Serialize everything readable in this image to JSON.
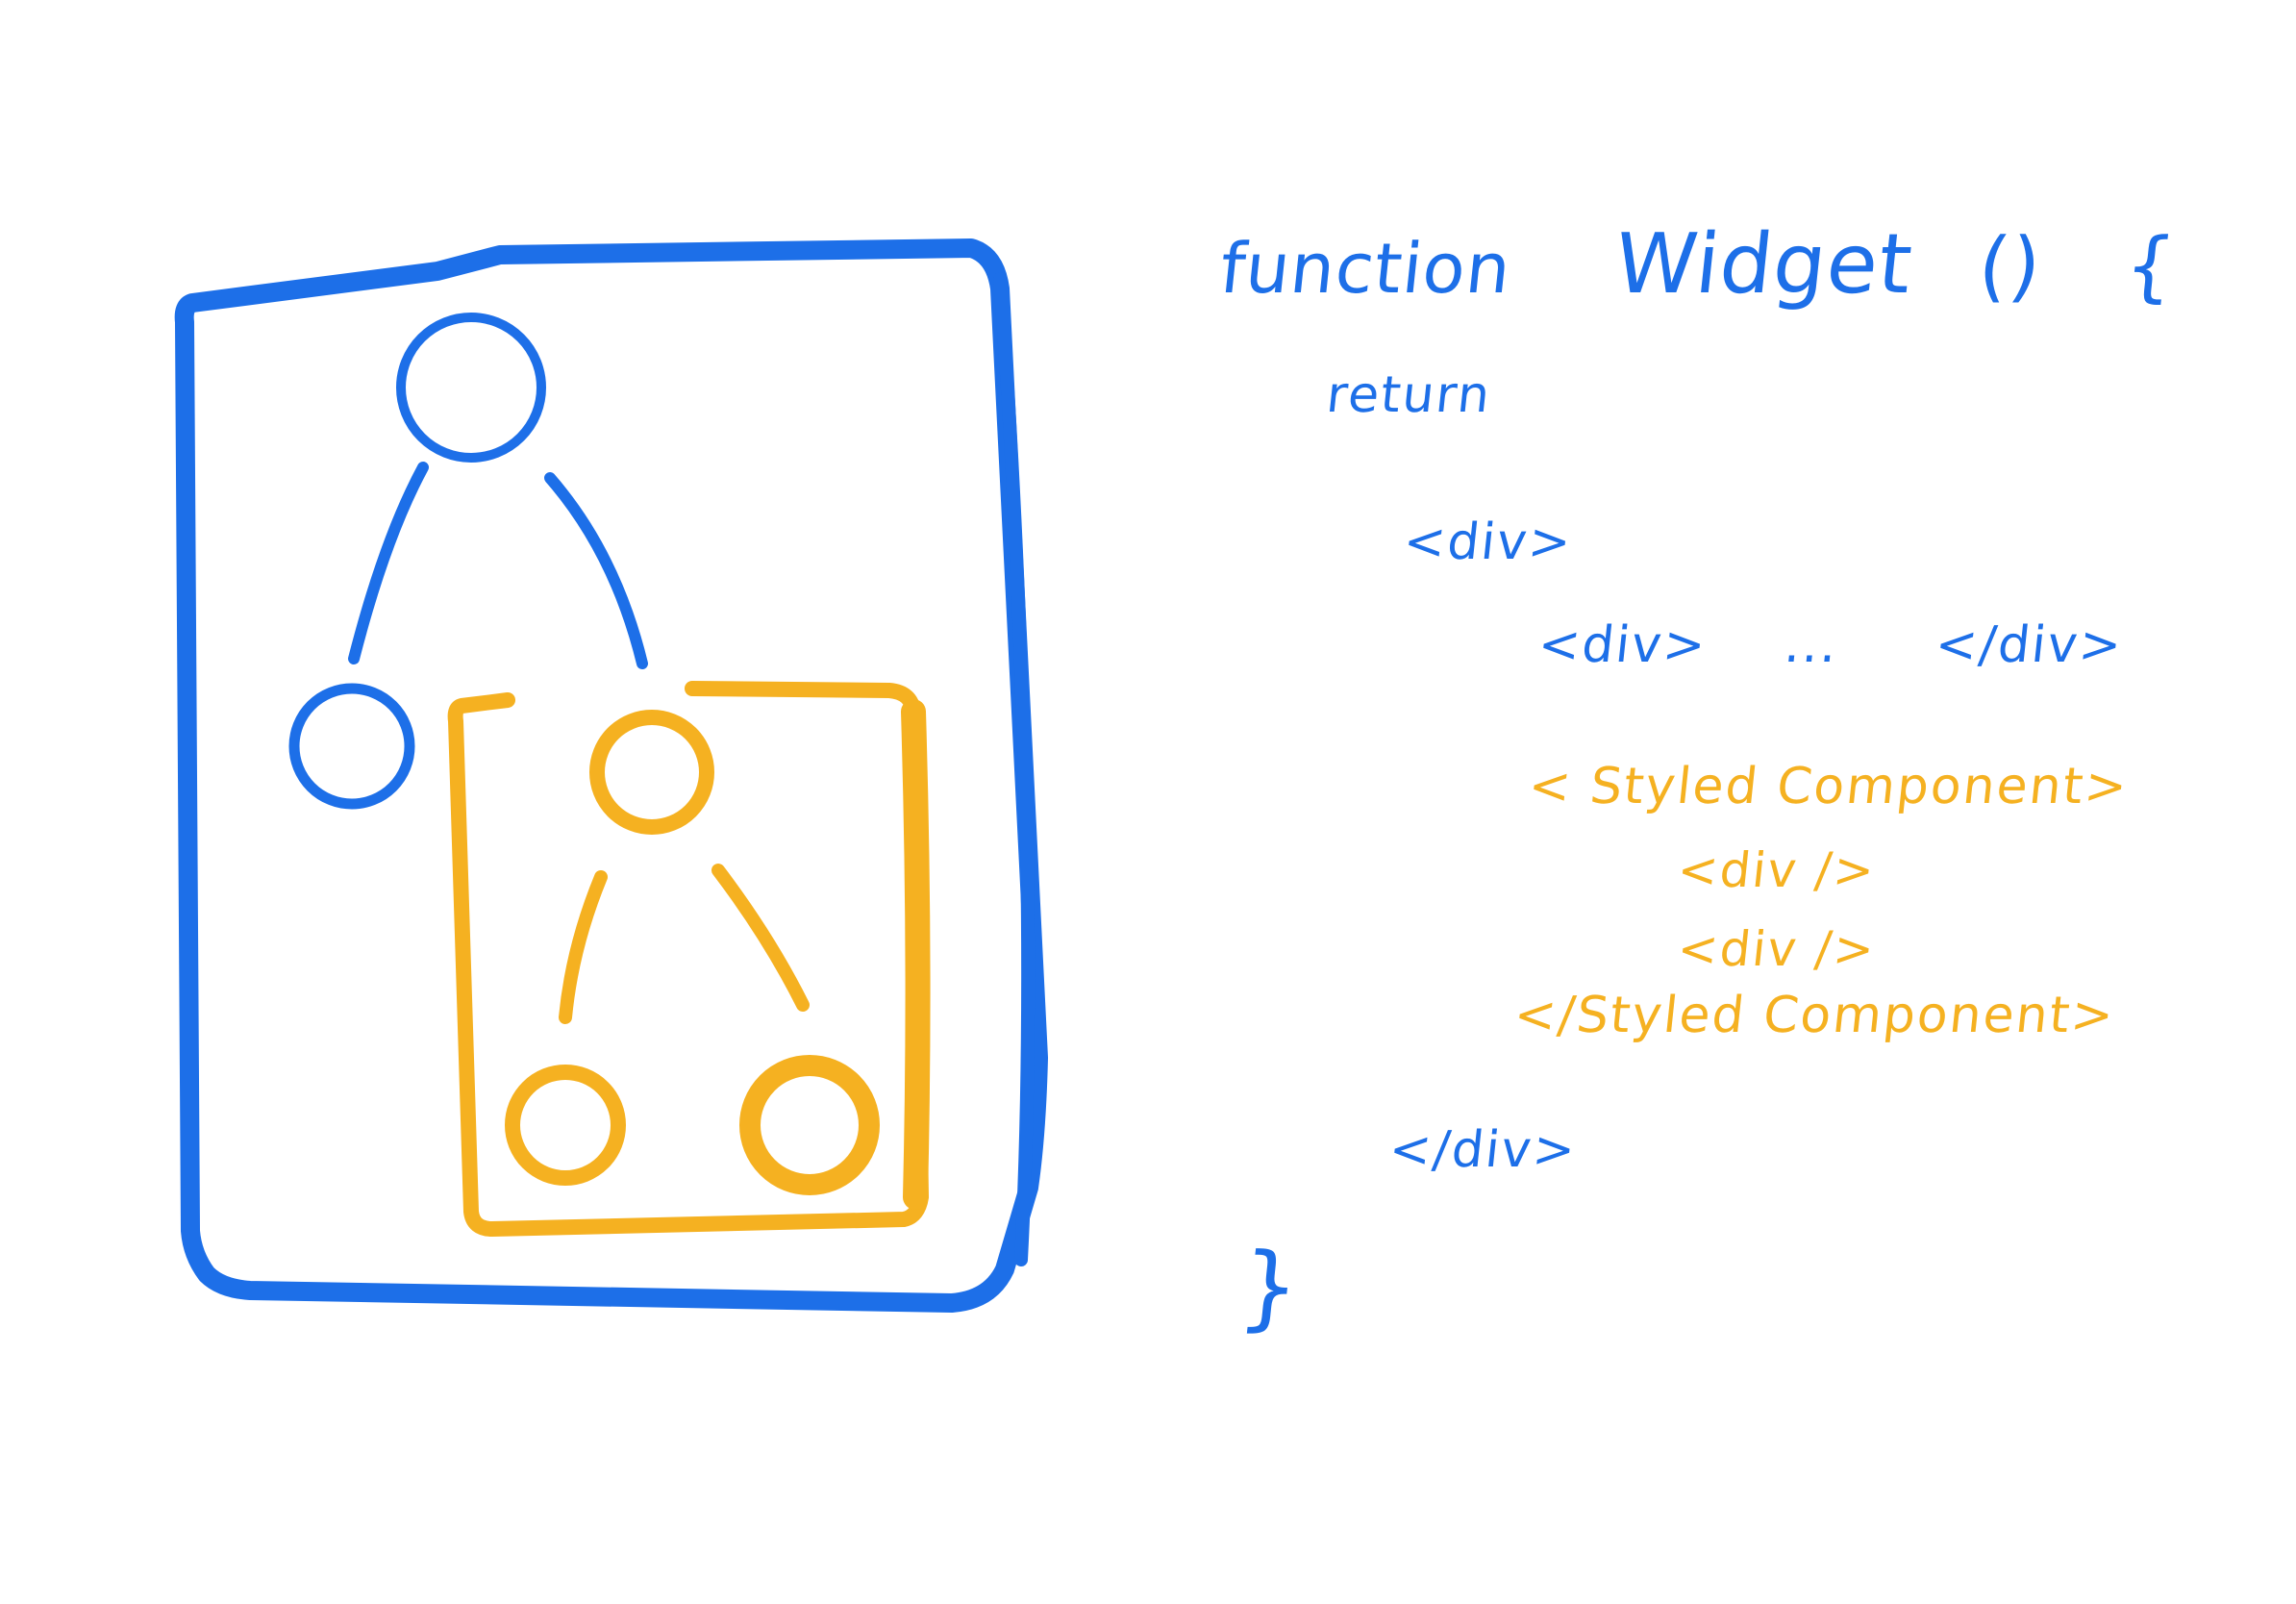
{
  "colors": {
    "outer_component": "#1d6fe8",
    "styled_component": "#f5b121",
    "background": "#ffffff"
  },
  "code": {
    "signature_keyword": "function",
    "signature_name": "Widget",
    "signature_parens": "()",
    "open_brace": "{",
    "return_keyword": "return",
    "outer_open": "<div>",
    "inner_open": "<div>",
    "inner_ellipsis": "...",
    "inner_close": "</div>",
    "styled_open": "< Styled Component>",
    "styled_child_1": "<div />",
    "styled_child_2": "<div />",
    "styled_close": "</Styled Component>",
    "outer_close": "</div>",
    "close_brace": "}"
  },
  "tree": {
    "outer_root_node": "Widget root",
    "outer_children": [
      "div",
      "StyledComponent"
    ],
    "styled_children": [
      "div",
      "div"
    ]
  }
}
